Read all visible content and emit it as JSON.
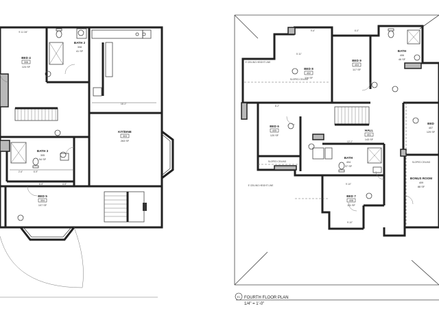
{
  "left_plan": {
    "bed_4": {
      "name": "BED 4",
      "num": "306",
      "area": "124 SF"
    },
    "bath_2": {
      "name": "BATH 2",
      "num": "308",
      "area": "41 SF"
    },
    "kitchen": {
      "name": "KIT/DINE",
      "num": "303",
      "area": "263 SF"
    },
    "bath_3": {
      "name": "BATH 3",
      "num": "305",
      "area": "54 SF"
    },
    "bed_5": {
      "name": "BED 5",
      "num": "304",
      "area": "107 SF"
    },
    "dims": [
      "9'-11 3/4\"",
      "16'-1\"",
      "6'-9\"",
      "4'-9\"",
      "6'-9\"",
      "2'-6\""
    ]
  },
  "right_plan": {
    "bed_8": {
      "name": "BED 8",
      "num": "402",
      "area": "116 SF"
    },
    "bed_9": {
      "name": "BED 9",
      "num": "403",
      "area": "117 SF"
    },
    "bath_4": {
      "name": "BATH",
      "num": "406",
      "area": "46 SF"
    },
    "bed_6": {
      "name": "BED 6",
      "num": "405",
      "area": "120 SF"
    },
    "hall": {
      "name": "HALL",
      "num": "401",
      "area": "143 SF"
    },
    "bed_far": {
      "name": "BED",
      "num": "407",
      "area": "129 SF"
    },
    "bath_5": {
      "name": "BATH",
      "num": "404",
      "area": "37 SF"
    },
    "bed_7": {
      "name": "BED 7",
      "num": "408",
      "area": "111 SF"
    },
    "bonus": {
      "name": "BONUS ROOM",
      "num": "409",
      "area": "88 SF"
    },
    "notes": [
      "5' CEILING HEIGHT LINE",
      "SLOPED CEILING",
      "5' CEILING HEIGHT LINE",
      "SLOPED CEILING",
      "SLOPED CEILING"
    ],
    "dims": [
      "9'-6\"",
      "6'-0\"",
      "5'-11\"",
      "8'-2\"",
      "12'-1\"",
      "9'-10\"",
      "9'-10\""
    ],
    "title": "FOURTH FLOOR PLAN",
    "scale": "1/4\" = 1'-0\"",
    "sheet_ref": "E1"
  }
}
